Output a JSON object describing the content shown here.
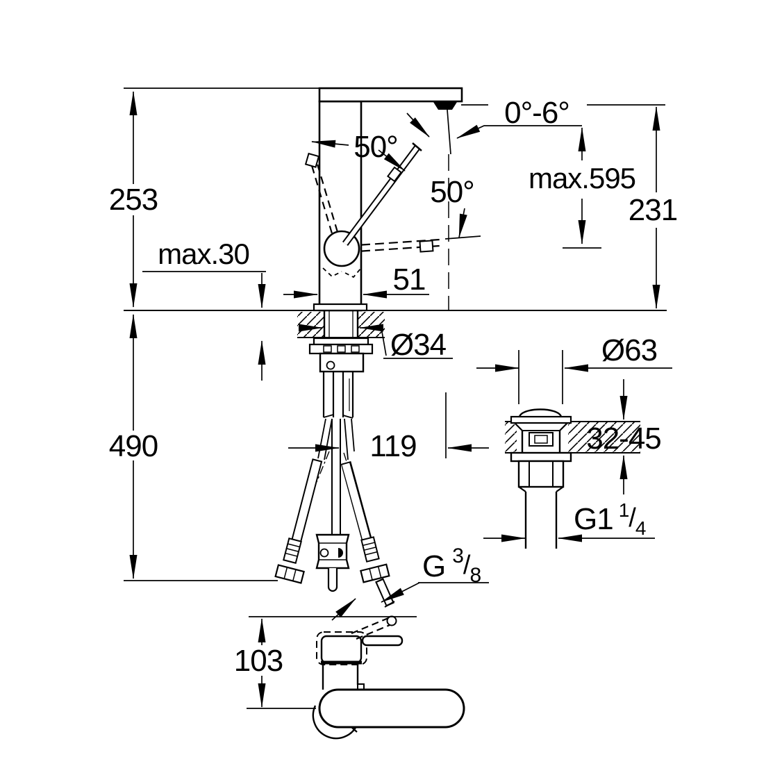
{
  "meta": {
    "type": "technical-dimension-diagram",
    "subject": "single-lever basin mixer tap with pop-up waste set, installation dimensions",
    "background_color": "#ffffff",
    "line_color": "#000000"
  },
  "front_view": {
    "height_above_deck": "253",
    "max_deck_thickness": "max.30",
    "hose_length_below_deck": "490",
    "body_width": "51",
    "shank_diameter": "Ø34",
    "spout_reach": "119",
    "spout_height": "231",
    "max_extension_height": "max.595",
    "handle_open_angle": "50°",
    "handle_tilt_angle": "50°",
    "spray_angle_range": "0°-6°",
    "hose_thread": {
      "base": "G",
      "numerator": "3",
      "slash": "/",
      "denominator": "8"
    }
  },
  "waste_view": {
    "flange_diameter": "Ø63",
    "deck_thickness_range": "32-45",
    "thread": {
      "base": "G1",
      "numerator": "1",
      "slash": "/",
      "denominator": "4"
    }
  },
  "plan_view": {
    "body_depth": "103"
  }
}
